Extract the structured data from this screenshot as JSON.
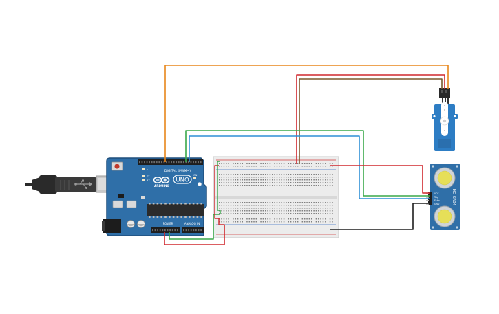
{
  "canvas": {
    "background": "#ffffff"
  },
  "arduino": {
    "board_label": "UNO",
    "brand_label": "ARDUINO",
    "digital_label": "DIGITAL (PWM~)",
    "power_label": "POWER",
    "analog_label": "ANALOG IN",
    "tx_label": "TX",
    "rx_label": "RX",
    "l_label": "L",
    "on_label": "ON",
    "board_color": "#2f6fa8",
    "board_edge_color": "#1f4f7c"
  },
  "breadboard": {
    "color": "#ececec",
    "rail_red": "#d23c3c",
    "rail_blue": "#3a6fc4"
  },
  "servo": {
    "body_color": "#2d7dc4",
    "horn_color": "#ffffff",
    "connector_color": "#2a2a2a"
  },
  "ultrasonic": {
    "board_color": "#2f6fa8",
    "model_label": "HC-SR04",
    "pins": [
      "VCC",
      "Trig",
      "Echo",
      "GND"
    ]
  },
  "usb_cable": {
    "color": "#2a2a2a"
  },
  "wires": {
    "orange": "#e8861a",
    "green": "#3aa84a",
    "blue": "#2f8fd6",
    "red": "#d0282e",
    "brown": "#7a5a2e",
    "black": "#1e1e1e"
  }
}
